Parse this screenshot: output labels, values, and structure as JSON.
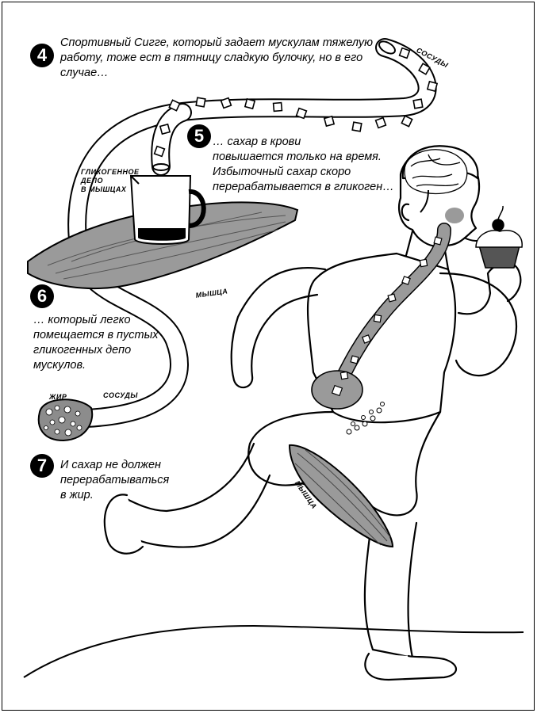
{
  "steps": [
    {
      "number": "4",
      "text": [
        "Спортивный Сигге, который задает мускулам тяжелую",
        "работу, тоже  ест в пятницу сладкую булочку, но в его",
        "случае…"
      ]
    },
    {
      "number": "5",
      "text": [
        "… сахар в крови",
        "повышается только на время.",
        "Избыточный сахар скоро",
        "перерабатывается в гликоген…"
      ]
    },
    {
      "number": "6",
      "text": [
        "… который легко",
        "помещается в пустых",
        "гликогенных депо",
        "мускулов."
      ]
    },
    {
      "number": "7",
      "text": [
        "И сахар не должен",
        "перерабатываться",
        "в жир."
      ]
    }
  ],
  "labels": {
    "vessels_top": "СОСУДЫ",
    "glycogen_depot": [
      "ГЛИКОГЕННОЕ",
      "ДЕПО",
      "В МЫШЦАХ"
    ],
    "muscle_top": "МЫШЦА",
    "fat": "ЖИР",
    "vessels_bottom": "СОСУДЫ",
    "muscle_leg": "МЫШЦА"
  }
}
